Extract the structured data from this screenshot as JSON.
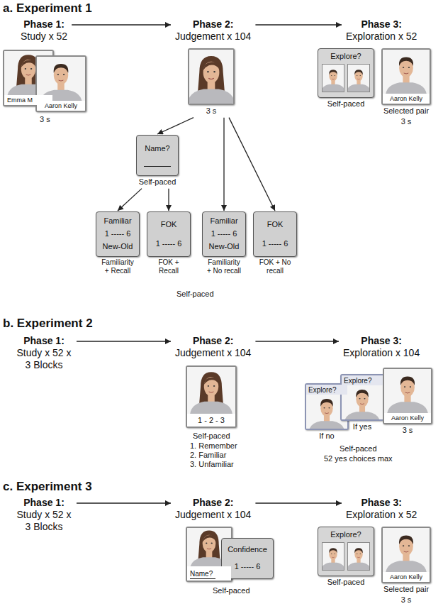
{
  "diagram": {
    "nodes": [
      {
        "text": [
          "Phase 1:",
          "Study x 52"
        ]
      },
      {
        "text": [
          "Phase 2:",
          "Judgement x 104"
        ]
      },
      {
        "text": [
          "Phase 3:",
          "Exploration x 52"
        ]
      },
      {
        "text": [
          "Emma M"
        ]
      },
      {
        "text": [
          "Aaron Kelly"
        ]
      },
      {
        "text": [
          "3 s"
        ]
      },
      {
        "text": [
          "Name?",
          "Self-paced"
        ]
      },
      {
        "text": [
          "Familiar",
          "1 ----- 6",
          "New-Old",
          "Familiarity + Recall"
        ]
      },
      {
        "text": [
          "FOK",
          "1 ----- 6",
          "FOK + Recall"
        ]
      },
      {
        "text": [
          "Familiar",
          "1 ----- 6",
          "New-Old",
          "Familiarity + No recall"
        ]
      },
      {
        "text": [
          "FOK",
          "1 ----- 6",
          "FOK + No recall"
        ]
      },
      {
        "text": [
          "Explore?",
          "Self-paced"
        ]
      },
      {
        "text": [
          "Aaron Kelly",
          "Selected pair",
          "3 s"
        ]
      },
      {
        "text": [
          "Phase 1:",
          "Study x 52 x 3 Blocks"
        ]
      },
      {
        "text": [
          "Phase 2:",
          "Judgement x 104"
        ]
      },
      {
        "text": [
          "Phase 3:",
          "Exploration x 104"
        ]
      },
      {
        "text": [
          "1 - 2 - 3"
        ]
      },
      {
        "text": [
          "Explore?",
          "If no"
        ]
      },
      {
        "text": [
          "Explore?",
          "If yes"
        ]
      },
      {
        "text": [
          "Aaron Kelly",
          "3 s"
        ]
      },
      {
        "text": [
          "Phase 1:",
          "Study x 52 x 3 Blocks"
        ]
      },
      {
        "text": [
          "Phase 2:",
          "Judgement x 104"
        ]
      },
      {
        "text": [
          "Phase 3:",
          "Exploration x 52"
        ]
      },
      {
        "text": [
          "Name?"
        ]
      },
      {
        "text": [
          "Confidence",
          "1 ----- 6"
        ]
      },
      {
        "text": [
          "Explore?",
          "Self-paced"
        ]
      },
      {
        "text": [
          "Aaron Kelly",
          "Selected pair",
          "3 s"
        ]
      }
    ],
    "edges": [
      {
        "from": 0,
        "to": 1,
        "arrow": "to"
      },
      {
        "from": 1,
        "to": 2,
        "arrow": "to"
      },
      {
        "from": 5,
        "to": 6,
        "arrow": "to"
      },
      {
        "from": 6,
        "to": 7,
        "arrow": "to"
      },
      {
        "from": 6,
        "to": 8,
        "arrow": "to"
      },
      {
        "from": 5,
        "to": 9,
        "arrow": "to"
      },
      {
        "from": 5,
        "to": 10,
        "arrow": "to"
      },
      {
        "from": 13,
        "to": 14,
        "arrow": "to"
      },
      {
        "from": 14,
        "to": 15,
        "arrow": "to"
      },
      {
        "from": 20,
        "to": 21,
        "arrow": "to"
      },
      {
        "from": 21,
        "to": 22,
        "arrow": "to"
      }
    ],
    "labels": [
      "a. Experiment 1",
      "3 s",
      "Self-paced",
      "b. Experiment 2",
      "Self-paced",
      "1. Remember",
      "2. Familiar",
      "3. Unfamiliar",
      "Self-paced",
      "52 yes choices max",
      "c. Experiment 3",
      "Self-paced"
    ]
  }
}
